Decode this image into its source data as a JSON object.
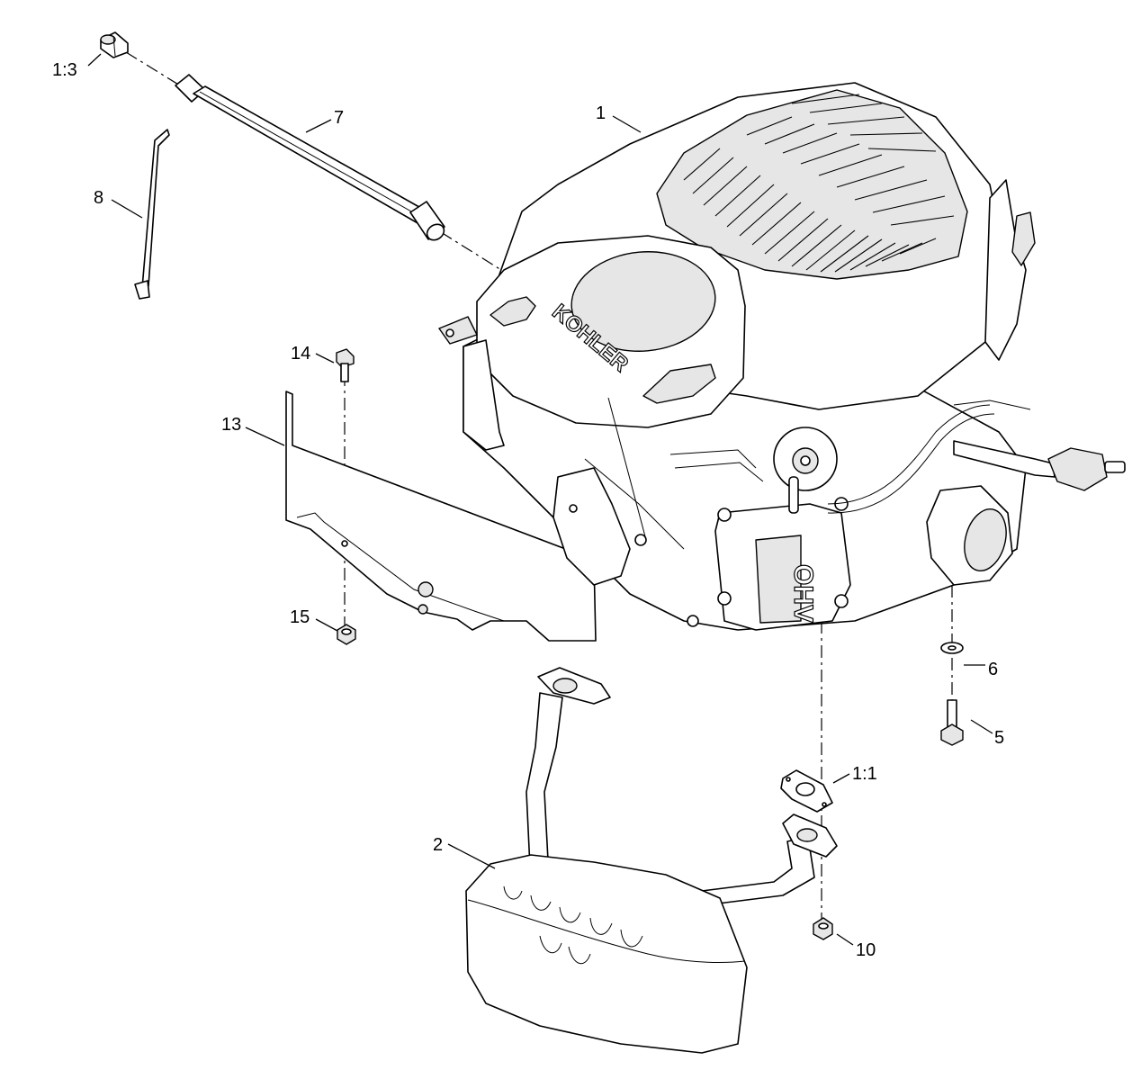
{
  "callouts": [
    {
      "id": "1:3"
    },
    {
      "id": "7"
    },
    {
      "id": "8"
    },
    {
      "id": "1"
    },
    {
      "id": "14"
    },
    {
      "id": "13"
    },
    {
      "id": "15"
    },
    {
      "id": "6"
    },
    {
      "id": "5"
    },
    {
      "id": "1:1"
    },
    {
      "id": "2"
    },
    {
      "id": "10"
    }
  ],
  "engine_markings": {
    "brand": "KOHLER",
    "valve_cover": "OHV"
  }
}
